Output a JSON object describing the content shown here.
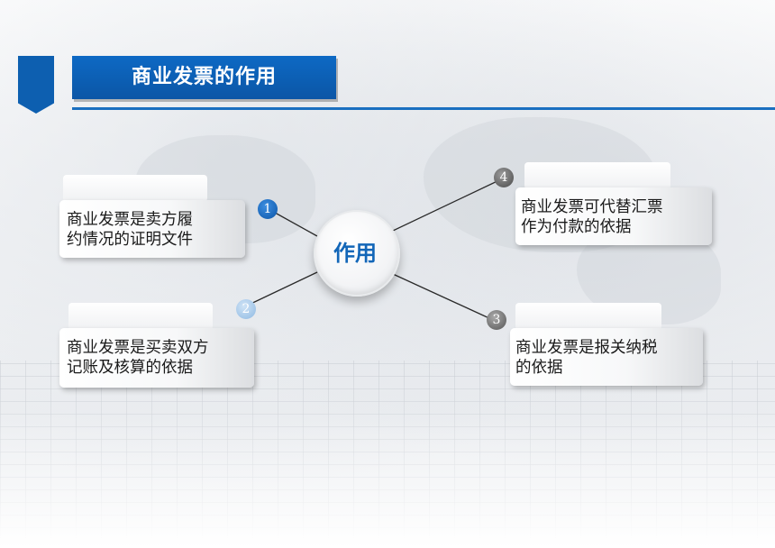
{
  "header": {
    "title": "商业发票的作用"
  },
  "center": {
    "label": "作用"
  },
  "items": [
    {
      "number": "1",
      "line1": "商业发票是卖方履",
      "line2": "约情况的证明文件"
    },
    {
      "number": "2",
      "line1": "商业发票是买卖双方",
      "line2": "记账及核算的依据"
    },
    {
      "number": "3",
      "line1": "商业发票是报关纳税",
      "line2": "的依据"
    },
    {
      "number": "4",
      "line1": "商业发票可代替汇票",
      "line2": "作为付款的依据"
    }
  ],
  "colors": {
    "accent": "#0d5fb0",
    "center_text": "#1266b8"
  }
}
